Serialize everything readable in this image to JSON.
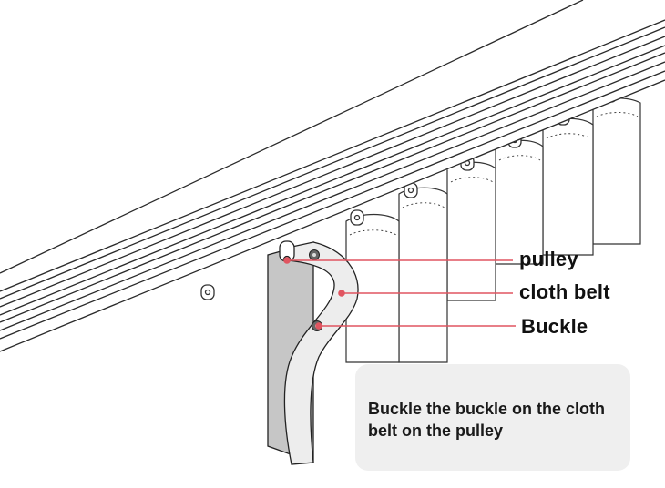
{
  "labels": {
    "pulley": "pulley",
    "cloth_belt": "cloth belt",
    "buckle": "Buckle"
  },
  "note": {
    "text": "Buckle the buckle on the cloth belt on the pulley"
  },
  "colors": {
    "leader_line": "#e05560",
    "slat_fill": "#ffffff",
    "slat_cutaway": "#c9c9c9",
    "note_background": "#efefef",
    "outline": "#222222"
  }
}
